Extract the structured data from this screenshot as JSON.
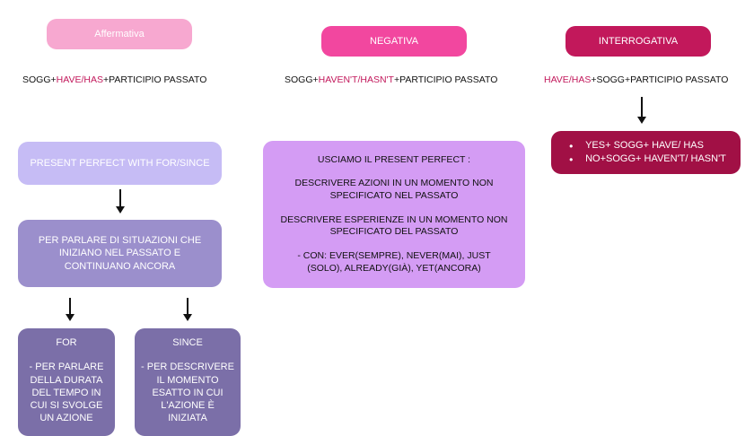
{
  "colors": {
    "affermativa": "#f7a8d0",
    "negativa": "#f2479f",
    "interrogativa": "#c2185b",
    "interrogativa_box": "#a11045",
    "present_perfect": "#c6bcf5",
    "situazioni": "#9b8fcc",
    "for_since": "#7b6fa8",
    "uso": "#d49cf4",
    "highlight": "#c2185b"
  },
  "headers": {
    "affermativa": "Affermativa",
    "negativa": "NEGATIVA",
    "interrogativa": "INTERROGATIVA"
  },
  "formulas": {
    "affermativa": {
      "pre": "SOGG+",
      "hl": "HAVE/HAS",
      "post": "+PARTICIPIO PASSATO"
    },
    "negativa": {
      "pre": "SOGG+",
      "hl": "HAVEN'T/HASN'T",
      "post": "+PARTICIPIO PASSATO"
    },
    "interrogativa": {
      "pre": "",
      "hl": "HAVE/HAS",
      "post": "+SOGG+PARTICIPIO PASSATO"
    }
  },
  "interrogativa_items": [
    "YES+ SOGG+ HAVE/ HAS",
    "NO+SOGG+ HAVEN'T/ HASN'T"
  ],
  "present_perfect": "PRESENT PERFECT WITH FOR/SINCE",
  "situazioni": [
    "PER PARLARE DI SITUAZIONI CHE",
    "INIZIANO NEL PASSATO E",
    "CONTINUANO ANCORA"
  ],
  "for_box": {
    "title": "FOR",
    "lines": [
      "- PER PARLARE",
      "DELLA DURATA",
      "DEL TEMPO IN",
      "CUI SI SVOLGE",
      "UN AZIONE"
    ]
  },
  "since_box": {
    "title": "SINCE",
    "lines": [
      "- PER DESCRIVERE",
      "IL MOMENTO",
      "ESATTO IN CUI",
      "L'AZIONE È",
      "INIZIATA"
    ]
  },
  "uso": {
    "title": "USCIAMO IL PRESENT PERFECT :",
    "p1": [
      "DESCRIVERE AZIONI IN UN MOMENTO NON",
      "SPECIFICATO NEL PASSATO"
    ],
    "p2": [
      "DESCRIVERE ESPERIENZE IN UN MOMENTO NON",
      "SPECIFICATO DEL PASSATO"
    ],
    "p3": [
      "- CON: EVER(SEMPRE), NEVER(MAI), JUST",
      "(SOLO), ALREADY(GIÀ), YET(ANCORA)"
    ]
  }
}
